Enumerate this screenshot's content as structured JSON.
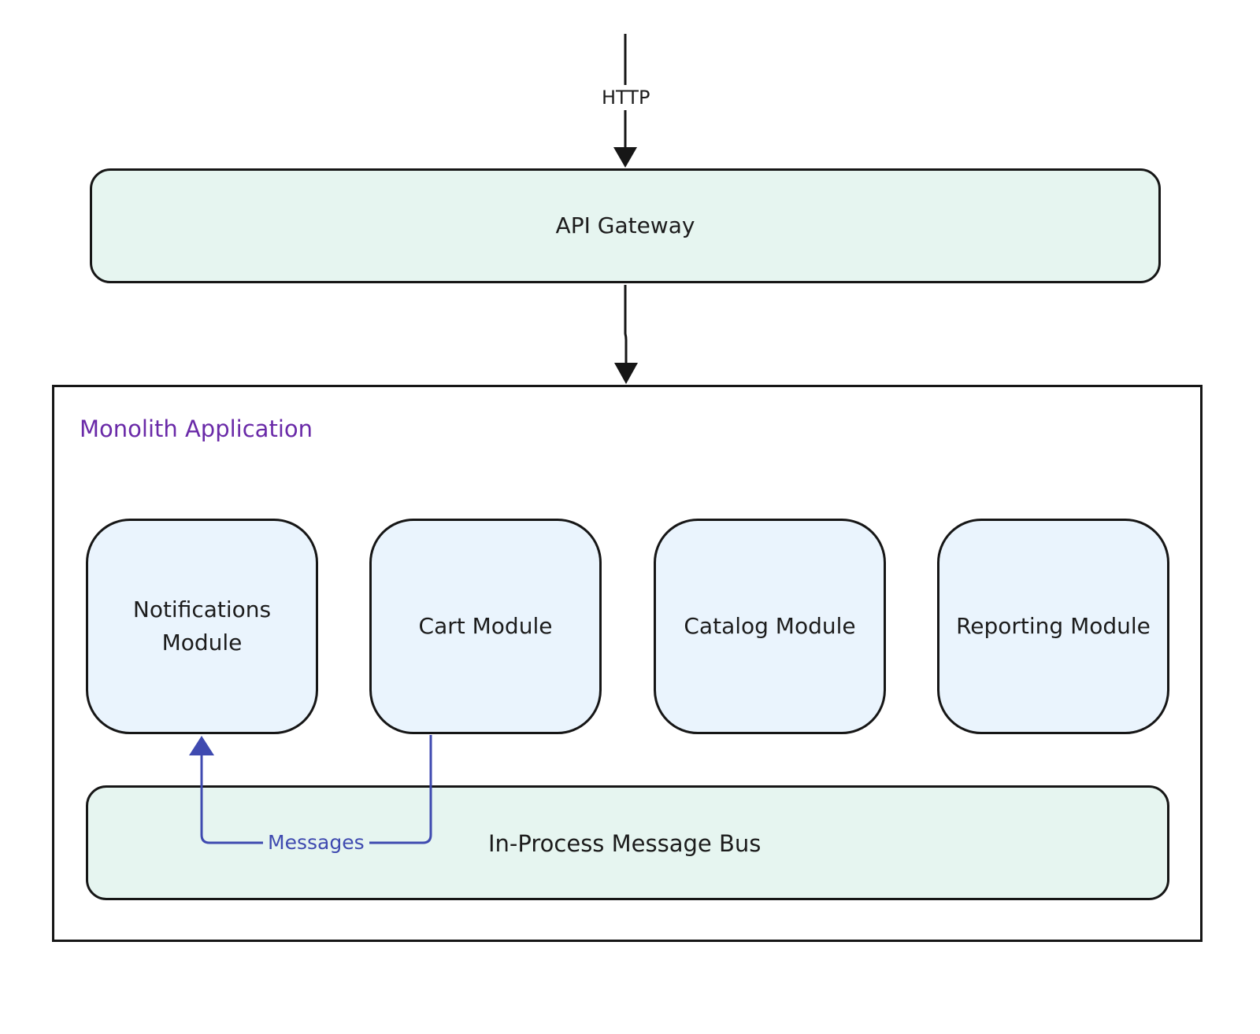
{
  "edges": {
    "http_label": "HTTP",
    "messages_label": "Messages"
  },
  "nodes": {
    "api_gateway": "API Gateway",
    "container_title": "Monolith Application",
    "modules": [
      "Notifications Module",
      "Cart Module",
      "Catalog Module",
      "Reporting Module"
    ],
    "message_bus": "In-Process Message Bus"
  },
  "colors": {
    "line": "#161616",
    "gateway_fill": "#e6f5f0",
    "module_fill": "#eaf4fd",
    "bus_fill": "#e6f5f0",
    "container_title": "#6a2aa8",
    "message_flow": "#3f4ab0"
  }
}
